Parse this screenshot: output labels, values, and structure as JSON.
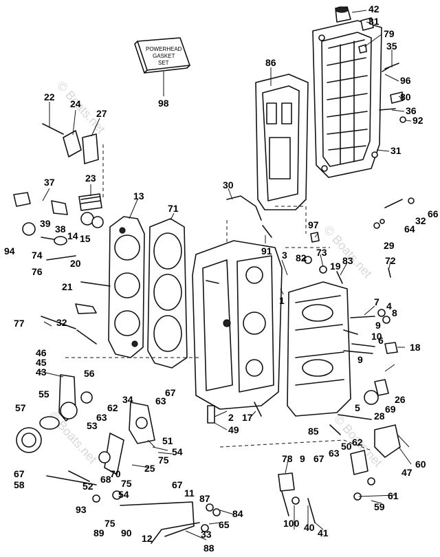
{
  "watermark": "© Boats.net",
  "gasket_box": {
    "line1": "POWERHEAD",
    "line2": "GASKET",
    "line3": "SET"
  },
  "callouts": {
    "c1": "1",
    "c2": "2",
    "c3": "3",
    "c4": "4",
    "c5": "5",
    "c6": "6",
    "c7": "7",
    "c8": "8",
    "c9": "9",
    "c9b": "9",
    "c9c": "9",
    "c10": "10",
    "c11": "11",
    "c12": "12",
    "c13": "13",
    "c14": "14",
    "c15": "15",
    "c17": "17",
    "c18": "18",
    "c19": "19",
    "c20": "20",
    "c21": "21",
    "c22": "22",
    "c23": "23",
    "c24": "24",
    "c25": "25",
    "c26": "26",
    "c27": "27",
    "c28": "28",
    "c29": "29",
    "c30": "30",
    "c31": "31",
    "c32": "32",
    "c32b": "32",
    "c33": "33",
    "c34": "34",
    "c35": "35",
    "c36": "36",
    "c37": "37",
    "c38": "38",
    "c39": "39",
    "c40": "40",
    "c41": "41",
    "c42": "42",
    "c43": "43",
    "c45": "45",
    "c46": "46",
    "c47": "47",
    "c49": "49",
    "c50": "50",
    "c51": "51",
    "c52": "52",
    "c53": "53",
    "c54": "54",
    "c54b": "54",
    "c55": "55",
    "c56": "56",
    "c57": "57",
    "c58": "58",
    "c59": "59",
    "c60": "60",
    "c61": "61",
    "c62": "62",
    "c62b": "62",
    "c63": "63",
    "c63b": "63",
    "c63c": "63",
    "c64": "64",
    "c65": "65",
    "c66": "66",
    "c67": "67",
    "c67b": "67",
    "c67c": "67",
    "c67d": "67",
    "c68": "68",
    "c69": "69",
    "c70": "70",
    "c71": "71",
    "c72": "72",
    "c73": "73",
    "c74": "74",
    "c75": "75",
    "c75b": "75",
    "c76": "76",
    "c77": "77",
    "c78": "78",
    "c79": "79",
    "c80": "80",
    "c81": "81",
    "c82": "82",
    "c83": "83",
    "c84": "84",
    "c85": "85",
    "c86": "86",
    "c87": "87",
    "c88": "88",
    "c89": "89",
    "c90": "90",
    "c91": "91",
    "c92": "92",
    "c93": "93",
    "c94": "94",
    "c96": "96",
    "c97": "97",
    "c98": "98",
    "c100": "100"
  }
}
